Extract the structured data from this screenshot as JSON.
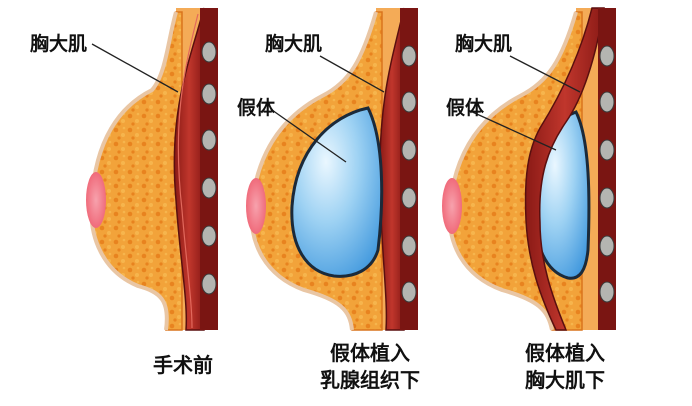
{
  "panels": [
    {
      "muscle_label": "胸大肌",
      "caption_lines": [
        "手术前"
      ]
    },
    {
      "muscle_label": "胸大肌",
      "implant_label": "假体",
      "caption_lines": [
        "假体植入",
        "乳腺组织下"
      ]
    },
    {
      "muscle_label": "胸大肌",
      "implant_label": "假体",
      "caption_lines": [
        "假体植入",
        "胸大肌下"
      ]
    }
  ],
  "colors": {
    "muscle_dark": "#6e1414",
    "muscle": "#b3261e",
    "muscle_highlight": "#e2685c",
    "fat": "#f2a33a",
    "fat_edge": "#e07a1e",
    "rib": "#a9aaa6",
    "implant_light": "#d9efff",
    "implant": "#4fa9e8",
    "implant_edge": "#1b2a3a",
    "nipple": "#f06b7b"
  }
}
